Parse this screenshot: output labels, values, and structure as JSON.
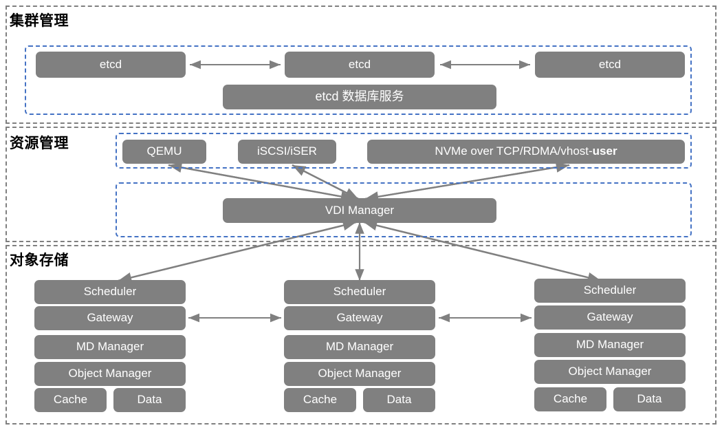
{
  "diagram": {
    "title_colors": {
      "box_fill": "#808080",
      "box_text": "#ffffff",
      "inner_border": "#4472c4",
      "outer_border": "#7f7f7f",
      "arrow": "#808080"
    },
    "sections": [
      {
        "id": "cluster-management",
        "title": "集群管理",
        "groups": [
          {
            "id": "etcd-group",
            "boxes": [
              {
                "id": "etcd-1",
                "label": "etcd"
              },
              {
                "id": "etcd-2",
                "label": "etcd"
              },
              {
                "id": "etcd-3",
                "label": "etcd"
              },
              {
                "id": "etcd-db-service",
                "label": "etcd 数据库服务"
              }
            ]
          }
        ]
      },
      {
        "id": "resource-management",
        "title": "资源管理",
        "groups": [
          {
            "id": "protocol-group",
            "boxes": [
              {
                "id": "qemu",
                "label": "QEMU"
              },
              {
                "id": "iscsi-iser",
                "label": "iSCSI/iSER"
              },
              {
                "id": "nvme",
                "label": "NVMe over TCP/RDMA/vhost-",
                "label_bold": "user"
              }
            ]
          },
          {
            "id": "vdi-group",
            "boxes": [
              {
                "id": "vdi-manager",
                "label": "VDI Manager"
              }
            ]
          }
        ]
      },
      {
        "id": "object-storage",
        "title": "对象存储",
        "nodes": [
          {
            "id": "storage-node-1",
            "rows": [
              "Scheduler",
              "Gateway",
              "MD Manager",
              "Object Manager"
            ],
            "bottom_row": [
              "Cache",
              "Data"
            ]
          },
          {
            "id": "storage-node-2",
            "rows": [
              "Scheduler",
              "Gateway",
              "MD Manager",
              "Object Manager"
            ],
            "bottom_row": [
              "Cache",
              "Data"
            ]
          },
          {
            "id": "storage-node-3",
            "rows": [
              "Scheduler",
              "Gateway",
              "MD Manager",
              "Object Manager"
            ],
            "bottom_row": [
              "Cache",
              "Data"
            ]
          }
        ]
      }
    ]
  }
}
